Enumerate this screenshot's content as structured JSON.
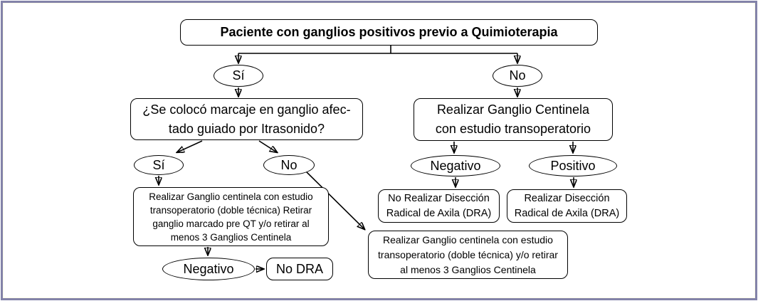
{
  "frame": {
    "border_color": "#8282a9",
    "background_color": "#ffffff",
    "line_color": "#000000"
  },
  "nodes": {
    "root": {
      "label": "Paciente con ganglios positivos previo a Quimioterapia"
    },
    "branch_si": {
      "label": "Sí"
    },
    "branch_no": {
      "label": "No"
    },
    "question_marcaje": {
      "line1": "¿Se colocó marcaje en ganglio afec-",
      "line2": "tado guiado por Itrasonido?"
    },
    "marcaje_si": {
      "label": "Sí"
    },
    "marcaje_no": {
      "label": "No"
    },
    "centinela_retirar_marcado": {
      "line1": "Realizar Ganglio centinela con estudio",
      "line2": "transoperatorio (doble técnica) Retirar",
      "line3": "ganglio marcado pre QT y/o retirar al",
      "line4": "menos 3 Ganglios Centinela"
    },
    "resultado_negativo_izq": {
      "label": "Negativo"
    },
    "no_dra": {
      "label": "No DRA"
    },
    "ganglio_centinela_transoperatorio": {
      "line1": "Realizar Ganglio Centinela",
      "line2": "con estudio transoperatorio"
    },
    "resultado_negativo_der": {
      "label": "Negativo"
    },
    "resultado_positivo": {
      "label": "Positivo"
    },
    "no_realizar_dra": {
      "line1": "No Realizar Disección",
      "line2": "Radical de Axila (DRA)"
    },
    "realizar_dra": {
      "line1": "Realizar Disección",
      "line2": "Radical de Axila (DRA)"
    },
    "centinela_retirar_3": {
      "line1": "Realizar Ganglio centinela con estudio",
      "line2": "transoperatorio (doble técnica) y/o retirar",
      "line3": "al menos 3 Ganglios Centinela"
    }
  }
}
